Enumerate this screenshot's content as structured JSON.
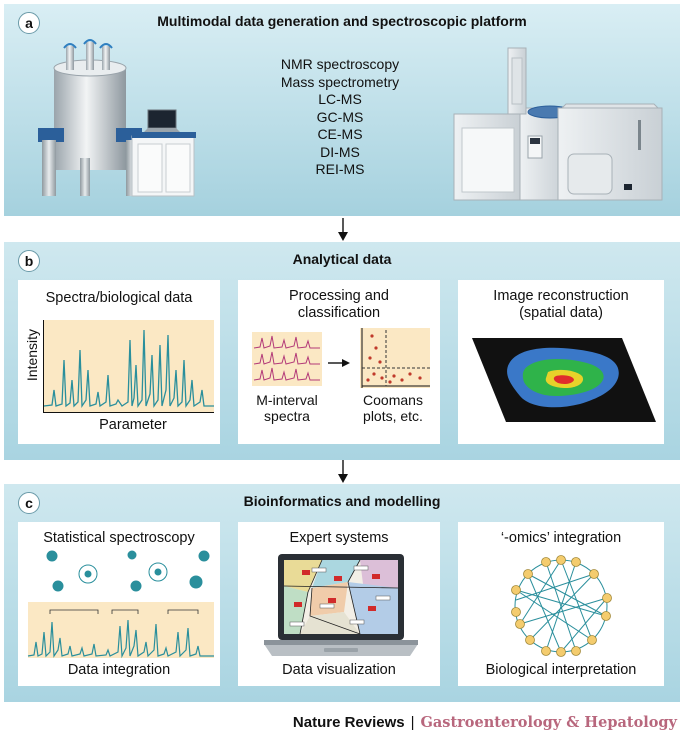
{
  "panel_a": {
    "badge": "a",
    "title": "Multimodal data generation and spectroscopic platform",
    "techniques": [
      "NMR spectroscopy",
      "Mass spectrometry",
      "LC-MS",
      "GC-MS",
      "CE-MS",
      "DI-MS",
      "REI-MS"
    ]
  },
  "panel_b": {
    "badge": "b",
    "title": "Analytical data",
    "card1": {
      "title": "Spectra/biological data",
      "ylabel": "Intensity",
      "xlabel": "Parameter"
    },
    "card2": {
      "title_line1": "Processing and",
      "title_line2": "classification",
      "left_line1": "M-interval",
      "left_line2": "spectra",
      "right_line1": "Coomans",
      "right_line2": "plots, etc."
    },
    "card3": {
      "title_line1": "Image reconstruction",
      "title_line2": "(spatial data)"
    }
  },
  "panel_c": {
    "badge": "c",
    "title": "Bioinformatics and modelling",
    "card1": {
      "title": "Statistical spectroscopy",
      "caption": "Data integration"
    },
    "card2": {
      "title": "Expert systems",
      "caption": "Data visualization"
    },
    "card3": {
      "title": "‘-omics’ integration",
      "caption": "Biological interpretation"
    }
  },
  "footer": {
    "journal": "Nature Reviews",
    "separator": "|",
    "subjournal": "Gastroenterology & Hepatology"
  },
  "colors": {
    "panel_bg": "#b8dde7",
    "spectrum": "#2a8f9c",
    "spectrum_bg": "#fbe8c4",
    "pink_spectrum": "#b33a78",
    "footer_accent": "#b8677d"
  }
}
